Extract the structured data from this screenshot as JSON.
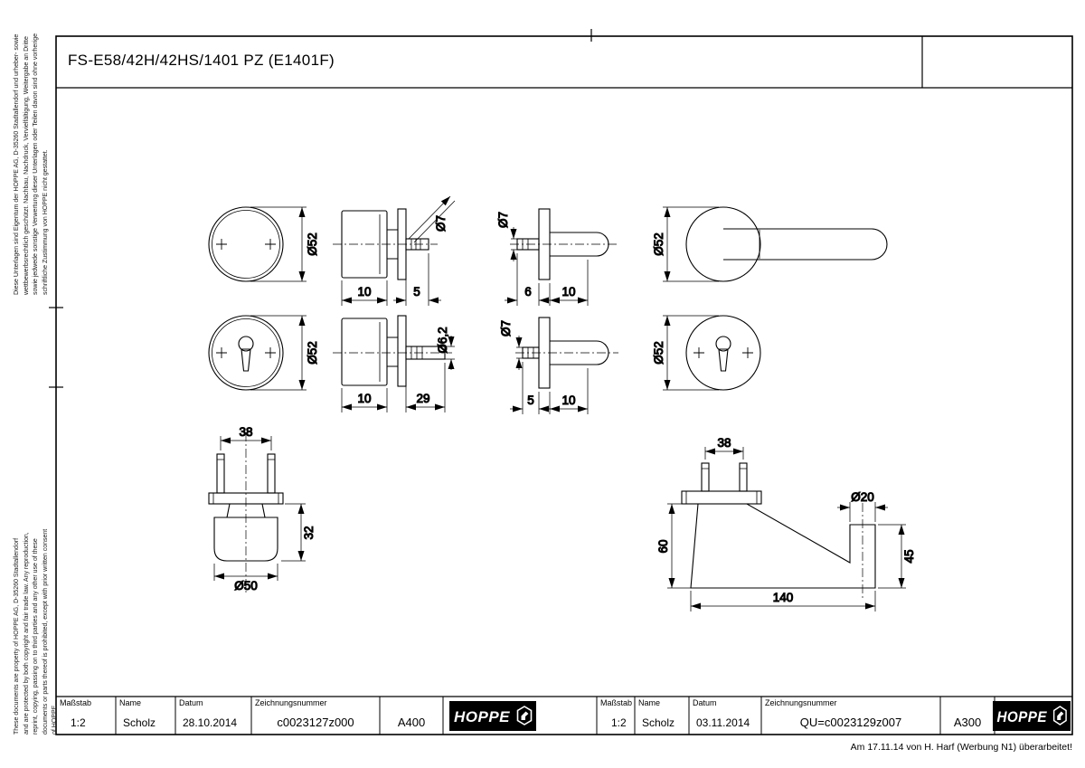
{
  "title": "FS-E58/42H/42HS/1401 PZ (E1401F)",
  "notices": {
    "german": "Diese Unterlagen sind Eigentum der HOPPE AG, D-35260 Stadtallendorf und urheber- sowie wettbewerbsrechtlich geschützt. Nachbau, Nachdruck, Vervielfältigung, Weitergabe an Dritte sowie jedwede sonstige Verwertung dieser Unterlagen oder Teilen davon sind ohne vorherige schriftliche Zustimmung von HOPPE nicht gestattet.",
    "english": "These documents are property of HOPPE AG, D-35260 Stadtallendorf and are protected by both copyright and fair trade law. Any reproduction, reprint, copying, passing on to third parties and any other use of these documents or parts thereof is prohibited, except with prior written consent of HOPPE."
  },
  "dims": {
    "d52": "Ø52",
    "d7": "Ø7",
    "d62": "Ø6,2",
    "d50": "Ø50",
    "d20": "Ø20",
    "n5": "5",
    "n6": "6",
    "n10": "10",
    "n29": "29",
    "n32": "32",
    "n38": "38",
    "n45": "45",
    "n60": "60",
    "n140": "140"
  },
  "title_block_left": {
    "scale_label": "Maßstab",
    "scale": "1:2",
    "name_label": "Name",
    "name": "Scholz",
    "date_label": "Datum",
    "date": "28.10.2014",
    "drawing_no_label": "Zeichnungsnummer",
    "drawing_no": "c0023127z000",
    "revision": "A400",
    "brand": "HOPPE"
  },
  "title_block_right": {
    "scale_label": "Maßstab",
    "scale": "1:2",
    "name_label": "Name",
    "name": "Scholz",
    "date_label": "Datum",
    "date": "03.11.2014",
    "drawing_no_label": "Zeichnungsnummer",
    "drawing_no": "QU=c0023129z007",
    "revision": "A300",
    "brand": "HOPPE"
  },
  "footer_note": "Am 17.11.14 von H. Harf (Werbung N1) überarbeitet!"
}
